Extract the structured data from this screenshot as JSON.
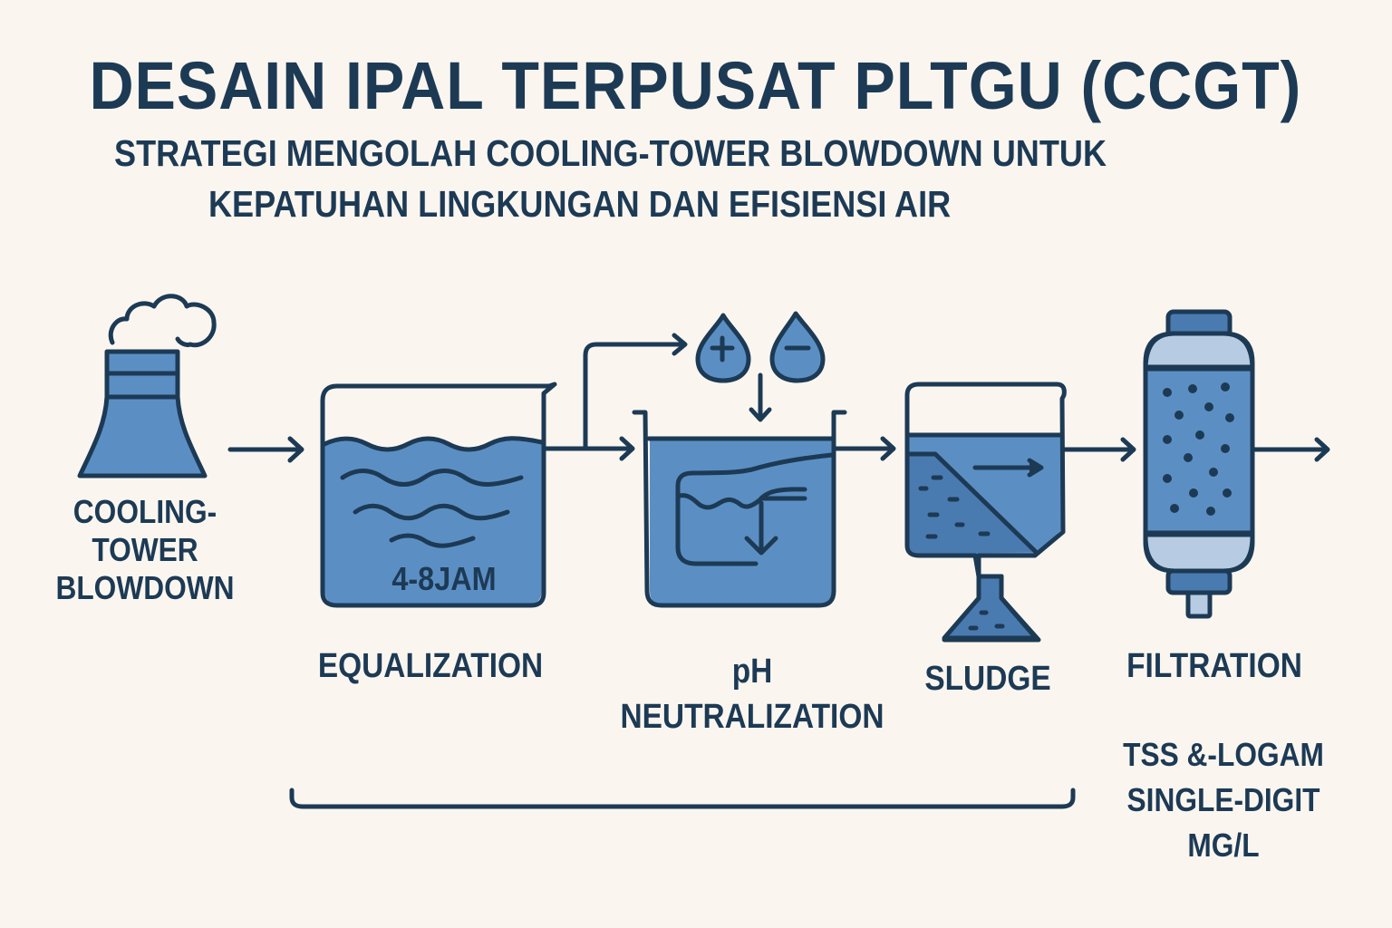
{
  "header": {
    "title": "DESAIN IPAL TERPUSAT PLTGU (CCGT)",
    "subtitle_line1": "STRATEGI MENGOLAH COOLING-TOWER BLOWDOWN UNTUK",
    "subtitle_line2": "KEPATUHAN LINGKUNGAN DAN EFISIENSI AIR"
  },
  "colors": {
    "background": "#faf6ef",
    "ink": "#1d3a55",
    "water": "#5b8fc4",
    "water_dark": "#4a7bb0",
    "filter_cap": "#b7cce3"
  },
  "stages": [
    {
      "id": "source",
      "icon": "cooling-tower-icon",
      "label_lines": [
        "COOLING-",
        "TOWER",
        "BLOWDOWN"
      ]
    },
    {
      "id": "equalization",
      "icon": "equalization-tank-icon",
      "label": "EQUALIZATION",
      "tank_text": "4-8JAM"
    },
    {
      "id": "neutralization",
      "icon": "neutralization-tank-icon",
      "label_lines": [
        "pH",
        "NEUTRALIZATION"
      ],
      "chemicals": [
        "+",
        "−"
      ]
    },
    {
      "id": "sludge",
      "icon": "clarifier-icon",
      "label": "SLUDGE"
    },
    {
      "id": "filtration",
      "icon": "filter-column-icon",
      "label": "FILTRATION",
      "note_lines": [
        "TSS &-LOGAM",
        "SINGLE-DIGIT",
        "MG/L"
      ]
    }
  ]
}
